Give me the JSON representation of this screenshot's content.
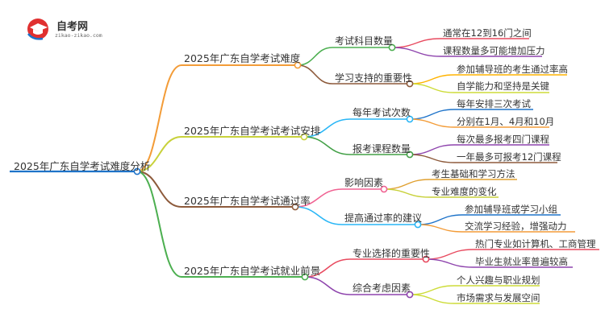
{
  "logo": {
    "title": "自考网",
    "url": "zikao-zikao.com",
    "icon": "graduation-cap-icon"
  },
  "mindmap": {
    "root": "2025年广东自学考试难度分析",
    "branches": [
      {
        "label": "2025年广东自学考试难度",
        "color": "#f39c38",
        "children": [
          {
            "label": "考试科目数量",
            "color": "#4caf50",
            "leaves": [
              {
                "label": "通常在12到16门之间",
                "color": "#e84a5f"
              },
              {
                "label": "课程数量多可能增加压力",
                "color": "#8e44ad"
              }
            ]
          },
          {
            "label": "学习支持的重要性",
            "color": "#8d5a3b",
            "leaves": [
              {
                "label": "参加辅导班的考生通过率高",
                "color": "#ffb300"
              },
              {
                "label": "自学能力和坚持是关键",
                "color": "#cddc39"
              }
            ]
          }
        ]
      },
      {
        "label": "2025年广东自学考试考试安排",
        "color": "#c8d13a",
        "children": [
          {
            "label": "每年考试次数",
            "color": "#29b6f6",
            "leaves": [
              {
                "label": "每年安排三次考试",
                "color": "#1e73c9"
              },
              {
                "label": "分别在1月、4月和10月",
                "color": "#f39c38"
              }
            ]
          },
          {
            "label": "报考课程数量",
            "color": "#43a047",
            "leaves": [
              {
                "label": "每次最多报考四门课程",
                "color": "#8e44ad"
              },
              {
                "label": "一年最多可报考12门课程",
                "color": "#8d5a3b"
              }
            ]
          }
        ]
      },
      {
        "label": "2025年广东自学考试通过率",
        "color": "#8d5a3b",
        "children": [
          {
            "label": "影响因素",
            "color": "#f06292",
            "leaves": [
              {
                "label": "考生基础和学习方法",
                "color": "#e0a030"
              },
              {
                "label": "专业难度的变化",
                "color": "#c8d13a"
              }
            ]
          },
          {
            "label": "提高通过率的建议",
            "color": "#29b6f6",
            "leaves": [
              {
                "label": "参加辅导班或学习小组",
                "color": "#1e73c9"
              },
              {
                "label": "交流学习经验，增强动力",
                "color": "#f39c38"
              }
            ]
          }
        ]
      },
      {
        "label": "2025年广东自学考试就业前景",
        "color": "#4caf50",
        "children": [
          {
            "label": "专业选择的重要性",
            "color": "#e84a5f",
            "leaves": [
              {
                "label": "热门专业如计算机、工商管理",
                "color": "#e84a5f"
              },
              {
                "label": "毕业生就业率普遍较高",
                "color": "#8e44ad"
              }
            ]
          },
          {
            "label": "综合考虑因素",
            "color": "#8e44ad",
            "leaves": [
              {
                "label": "个人兴趣与职业规划",
                "color": "#cddc39"
              },
              {
                "label": "市场需求与发展空间",
                "color": "#cddc39"
              }
            ]
          }
        ]
      }
    ],
    "root_color": "#1e73c9"
  }
}
